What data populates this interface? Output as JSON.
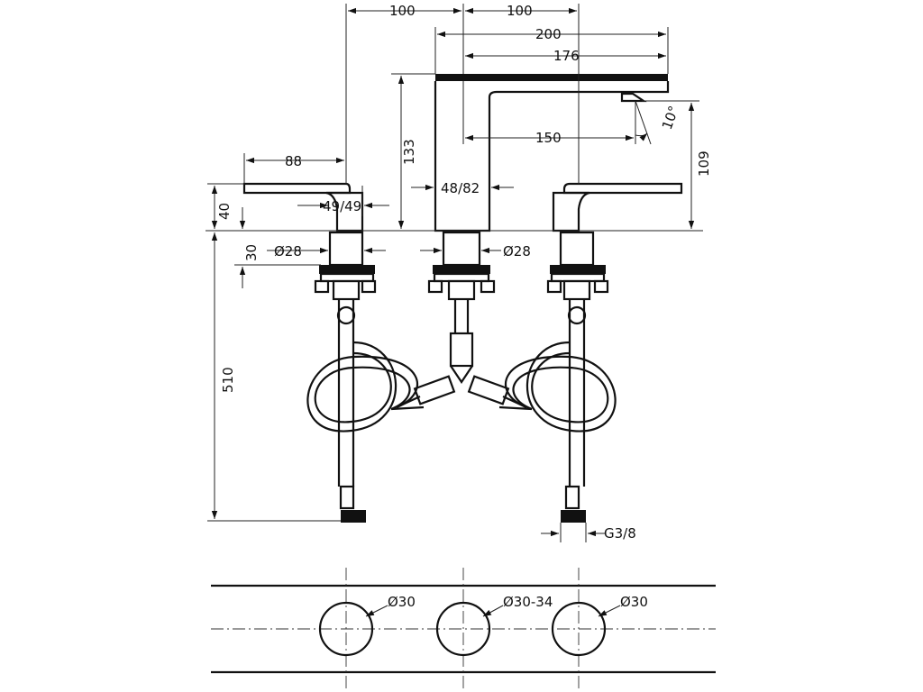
{
  "dimensions": {
    "top_left_100": "100",
    "top_right_100": "100",
    "width_200": "200",
    "width_176": "176",
    "reach_150": "150",
    "angle_10": "10°",
    "height_109": "109",
    "height_133": "133",
    "spout_base_48_82": "48/82",
    "handle_88": "88",
    "handle_49_49": "49/49",
    "height_40": "40",
    "height_30": "30",
    "dia_left_28": "Ø28",
    "dia_mid_28": "Ø28",
    "hose_510": "510",
    "thread_g38": "G3/8"
  },
  "cutouts": {
    "left": "Ø30",
    "middle": "Ø30-34",
    "right": "Ø30"
  }
}
